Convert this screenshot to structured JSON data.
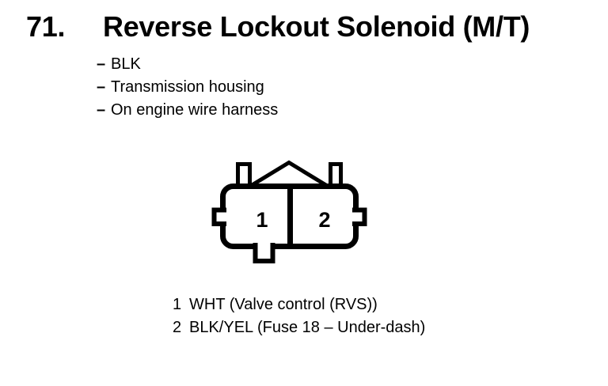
{
  "heading": {
    "number": "71.",
    "title": "Reverse Lockout Solenoid (M/T)"
  },
  "notes": {
    "bullet": "–",
    "items": [
      "BLK",
      "Transmission housing",
      "On engine wire harness"
    ]
  },
  "connector": {
    "pins": [
      "1",
      "2"
    ]
  },
  "legend": [
    {
      "pin": "1",
      "desc": "WHT (Valve control (RVS))"
    },
    {
      "pin": "2",
      "desc": "BLK/YEL (Fuse 18 – Under-dash)"
    }
  ],
  "colors": {
    "ink": "#000000",
    "paper": "#ffffff"
  }
}
